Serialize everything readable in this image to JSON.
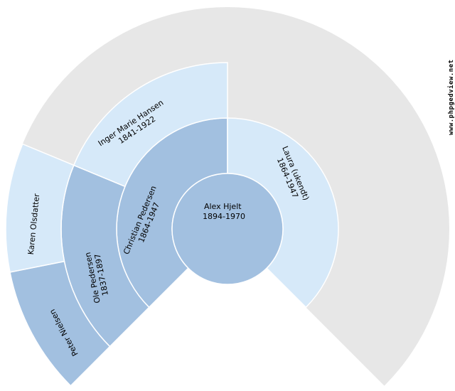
{
  "page": {
    "background": "#ffffff"
  },
  "watermark": {
    "text": "www.phpgedview.net"
  },
  "chart": {
    "type": "genealogy-fan-chart",
    "generations": 4,
    "fan_degrees": 270,
    "colors": {
      "male": "#a2c0e0",
      "female": "#d6e9f9",
      "empty": "#e7e7e7",
      "separator": "#ffffff",
      "text": "#000000"
    },
    "people": {
      "root": {
        "name": "Alex Hjelt",
        "dates": "1894-1970",
        "sex": "M"
      },
      "father": {
        "name": "Christian Pedersen",
        "dates": "1864-1947",
        "sex": "M"
      },
      "mother": {
        "name": "Laura (ukendt)",
        "dates": "1864-1947",
        "sex": "F"
      },
      "paternal_grandfather": {
        "name": "Ole Pedersen",
        "dates": "1837-1897",
        "sex": "M"
      },
      "paternal_grandmother": {
        "name": "Inger Marie Hansen",
        "dates": "1841-1922",
        "sex": "F"
      },
      "paternal_great_grandfather": {
        "name": "Peter Nielsen",
        "sex": "M"
      },
      "paternal_great_grandmother": {
        "name": "Karen Olsdatter",
        "sex": "F"
      }
    }
  }
}
